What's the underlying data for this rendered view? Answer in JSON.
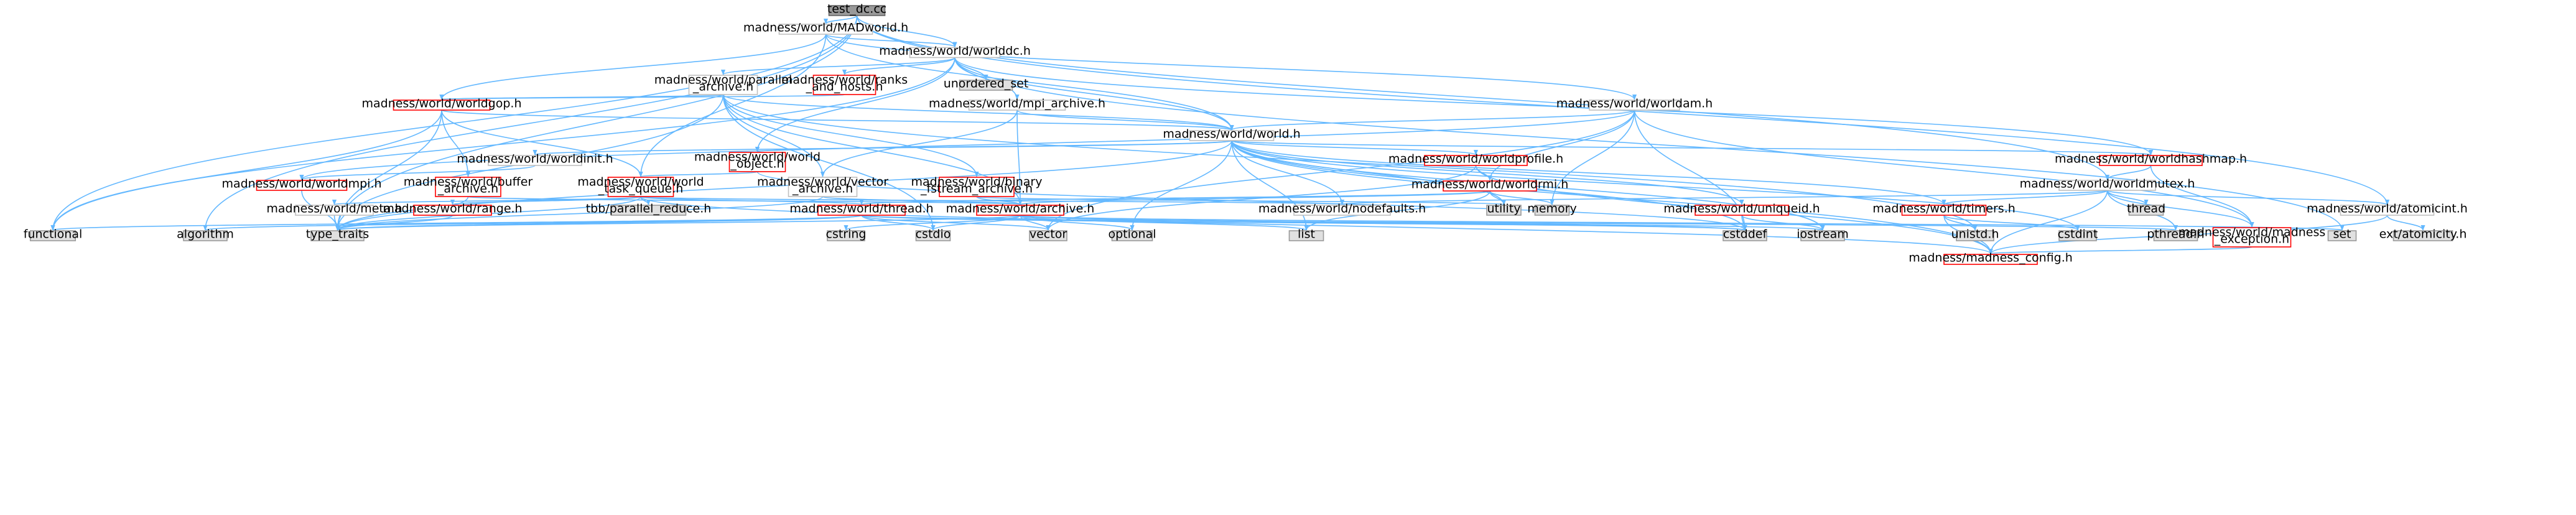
{
  "nodes": [
    {
      "id": "test_dc",
      "label": [
        "test_dc.cc"
      ],
      "kind": "root"
    },
    {
      "id": "madworld",
      "label": [
        "madness/world/MADworld.h"
      ],
      "kind": "hdr"
    },
    {
      "id": "worlddc",
      "label": [
        "madness/world/worlddc.h"
      ],
      "kind": "hdr"
    },
    {
      "id": "parallel",
      "label": [
        "madness/world/parallel",
        "_archive.h"
      ],
      "kind": "hdr"
    },
    {
      "id": "ranks",
      "label": [
        "madness/world/ranks",
        "_and_hosts.h"
      ],
      "kind": "trunc"
    },
    {
      "id": "unordered",
      "label": [
        "unordered_set"
      ],
      "kind": "std"
    },
    {
      "id": "worldgop",
      "label": [
        "madness/world/worldgop.h"
      ],
      "kind": "trunc"
    },
    {
      "id": "mpiarch",
      "label": [
        "madness/world/mpi_archive.h"
      ],
      "kind": "hdr"
    },
    {
      "id": "worldam",
      "label": [
        "madness/world/worldam.h"
      ],
      "kind": "hdr"
    },
    {
      "id": "world",
      "label": [
        "madness/world/world.h"
      ],
      "kind": "hdr"
    },
    {
      "id": "worldinit",
      "label": [
        "madness/world/worldinit.h"
      ],
      "kind": "hdr"
    },
    {
      "id": "wobject",
      "label": [
        "madness/world/world",
        "_object.h"
      ],
      "kind": "trunc"
    },
    {
      "id": "worldprofile",
      "label": [
        "madness/world/worldprofile.h"
      ],
      "kind": "trunc"
    },
    {
      "id": "hashmap",
      "label": [
        "madness/world/worldhashmap.h"
      ],
      "kind": "trunc"
    },
    {
      "id": "worldmpi",
      "label": [
        "madness/world/worldmpi.h"
      ],
      "kind": "trunc"
    },
    {
      "id": "buffer",
      "label": [
        "madness/world/buffer",
        "_archive.h"
      ],
      "kind": "trunc"
    },
    {
      "id": "taskq",
      "label": [
        "madness/world/world",
        "_task_queue.h"
      ],
      "kind": "trunc"
    },
    {
      "id": "vecarch",
      "label": [
        "madness/world/vector",
        "_archive.h"
      ],
      "kind": "hdr"
    },
    {
      "id": "binfs",
      "label": [
        "madness/world/binary",
        "_fstream_archive.h"
      ],
      "kind": "trunc"
    },
    {
      "id": "worldrmi",
      "label": [
        "madness/world/worldrmi.h"
      ],
      "kind": "trunc"
    },
    {
      "id": "worldmutex",
      "label": [
        "madness/world/worldmutex.h"
      ],
      "kind": "hdr"
    },
    {
      "id": "meta",
      "label": [
        "madness/world/meta.h"
      ],
      "kind": "hdr"
    },
    {
      "id": "range",
      "label": [
        "madness/world/range.h"
      ],
      "kind": "trunc"
    },
    {
      "id": "tbb",
      "label": [
        "tbb/parallel_reduce.h"
      ],
      "kind": "std"
    },
    {
      "id": "thread",
      "label": [
        "madness/world/thread.h"
      ],
      "kind": "trunc"
    },
    {
      "id": "archive",
      "label": [
        "madness/world/archive.h"
      ],
      "kind": "trunc"
    },
    {
      "id": "utility",
      "label": [
        "utility"
      ],
      "kind": "std"
    },
    {
      "id": "memory",
      "label": [
        "memory"
      ],
      "kind": "std"
    },
    {
      "id": "nodefaults",
      "label": [
        "madness/world/nodefaults.h"
      ],
      "kind": "hdr"
    },
    {
      "id": "uniqueid",
      "label": [
        "madness/world/uniqueid.h"
      ],
      "kind": "trunc"
    },
    {
      "id": "timers",
      "label": [
        "madness/world/timers.h"
      ],
      "kind": "trunc"
    },
    {
      "id": "thread_std",
      "label": [
        "thread"
      ],
      "kind": "std"
    },
    {
      "id": "atomicint",
      "label": [
        "madness/world/atomicint.h"
      ],
      "kind": "hdr"
    },
    {
      "id": "functional",
      "label": [
        "functional"
      ],
      "kind": "std"
    },
    {
      "id": "algorithm",
      "label": [
        "algorithm"
      ],
      "kind": "std"
    },
    {
      "id": "type_traits",
      "label": [
        "type_traits"
      ],
      "kind": "std"
    },
    {
      "id": "cstring",
      "label": [
        "cstring"
      ],
      "kind": "std"
    },
    {
      "id": "cstdio",
      "label": [
        "cstdio"
      ],
      "kind": "std"
    },
    {
      "id": "vector",
      "label": [
        "vector"
      ],
      "kind": "std"
    },
    {
      "id": "optional",
      "label": [
        "optional"
      ],
      "kind": "std"
    },
    {
      "id": "list",
      "label": [
        "list"
      ],
      "kind": "std"
    },
    {
      "id": "cstddef",
      "label": [
        "cstddef"
      ],
      "kind": "std"
    },
    {
      "id": "iostream",
      "label": [
        "iostream"
      ],
      "kind": "std"
    },
    {
      "id": "unistd",
      "label": [
        "unistd.h"
      ],
      "kind": "std"
    },
    {
      "id": "cstdint",
      "label": [
        "cstdint"
      ],
      "kind": "std"
    },
    {
      "id": "pthread",
      "label": [
        "pthread.h"
      ],
      "kind": "std"
    },
    {
      "id": "mexception",
      "label": [
        "madness/world/madness",
        "_exception.h"
      ],
      "kind": "trunc"
    },
    {
      "id": "set",
      "label": [
        "set"
      ],
      "kind": "std"
    },
    {
      "id": "extatomic",
      "label": [
        "ext/atomicity.h"
      ],
      "kind": "std"
    },
    {
      "id": "mconfig",
      "label": [
        "madness/madness_config.h"
      ],
      "kind": "trunc"
    }
  ],
  "edges": [
    [
      "test_dc",
      "madworld"
    ],
    [
      "test_dc",
      "worlddc"
    ],
    [
      "test_dc",
      "functional"
    ],
    [
      "test_dc",
      "algorithm"
    ],
    [
      "test_dc",
      "type_traits"
    ],
    [
      "test_dc",
      "worldmutex"
    ],
    [
      "test_dc",
      "atomicint"
    ],
    [
      "madworld",
      "worlddc"
    ],
    [
      "madworld",
      "world"
    ],
    [
      "madworld",
      "worldgop"
    ],
    [
      "madworld",
      "taskq"
    ],
    [
      "madworld",
      "worldam"
    ],
    [
      "worlddc",
      "parallel"
    ],
    [
      "worlddc",
      "ranks"
    ],
    [
      "worlddc",
      "unordered"
    ],
    [
      "worlddc",
      "mpiarch"
    ],
    [
      "worlddc",
      "world"
    ],
    [
      "worlddc",
      "wobject"
    ],
    [
      "worlddc",
      "hashmap"
    ],
    [
      "worlddc",
      "functional"
    ],
    [
      "worlddc",
      "set"
    ],
    [
      "parallel",
      "worldgop"
    ],
    [
      "parallel",
      "world"
    ],
    [
      "parallel",
      "archive"
    ],
    [
      "parallel",
      "binfs"
    ],
    [
      "parallel",
      "vecarch"
    ],
    [
      "parallel",
      "type_traits"
    ],
    [
      "parallel",
      "cstdio"
    ],
    [
      "parallel",
      "unistd"
    ],
    [
      "ranks",
      "worldgop"
    ],
    [
      "worldgop",
      "world"
    ],
    [
      "worldgop",
      "buffer"
    ],
    [
      "worldgop",
      "taskq"
    ],
    [
      "worldgop",
      "type_traits"
    ],
    [
      "worldgop",
      "functional"
    ],
    [
      "mpiarch",
      "world"
    ],
    [
      "mpiarch",
      "archive"
    ],
    [
      "mpiarch",
      "vecarch"
    ],
    [
      "worldam",
      "world"
    ],
    [
      "worldam",
      "worldmpi"
    ],
    [
      "worldam",
      "worldrmi"
    ],
    [
      "worldam",
      "vector"
    ],
    [
      "worldam",
      "cstddef"
    ],
    [
      "worldam",
      "memory"
    ],
    [
      "worldam",
      "mexception"
    ],
    [
      "world",
      "worldinit"
    ],
    [
      "world",
      "wobject"
    ],
    [
      "world",
      "worldprofile"
    ],
    [
      "world",
      "hashmap"
    ],
    [
      "world",
      "uniqueid"
    ],
    [
      "world",
      "nodefaults"
    ],
    [
      "world",
      "utility"
    ],
    [
      "world",
      "list"
    ],
    [
      "world",
      "optional"
    ],
    [
      "world",
      "cstdint"
    ],
    [
      "world",
      "cstddef"
    ],
    [
      "world",
      "iostream"
    ],
    [
      "world",
      "mconfig"
    ],
    [
      "world",
      "type_traits"
    ],
    [
      "world",
      "timers"
    ],
    [
      "worldinit",
      "worldmpi"
    ],
    [
      "wobject",
      "taskq"
    ],
    [
      "wobject",
      "cstddef"
    ],
    [
      "worldprofile",
      "worldrmi"
    ],
    [
      "worldprofile",
      "vector"
    ],
    [
      "worldprofile",
      "mconfig"
    ],
    [
      "hashmap",
      "worldmutex"
    ],
    [
      "hashmap",
      "mexception"
    ],
    [
      "worldmpi",
      "type_traits"
    ],
    [
      "buffer",
      "archive"
    ],
    [
      "buffer",
      "type_traits"
    ],
    [
      "taskq",
      "meta"
    ],
    [
      "taskq",
      "range"
    ],
    [
      "taskq",
      "tbb"
    ],
    [
      "taskq",
      "thread"
    ],
    [
      "taskq",
      "type_traits"
    ],
    [
      "taskq",
      "nodefaults"
    ],
    [
      "taskq",
      "mconfig"
    ],
    [
      "vecarch",
      "archive"
    ],
    [
      "vecarch",
      "type_traits"
    ],
    [
      "binfs",
      "archive"
    ],
    [
      "binfs",
      "utility"
    ],
    [
      "worldrmi",
      "thread"
    ],
    [
      "worldrmi",
      "archive"
    ],
    [
      "worldrmi",
      "memory"
    ],
    [
      "worldrmi",
      "utility"
    ],
    [
      "worldrmi",
      "list"
    ],
    [
      "worldmutex",
      "nodefaults"
    ],
    [
      "worldmutex",
      "timers"
    ],
    [
      "worldmutex",
      "thread_std"
    ],
    [
      "worldmutex",
      "atomicint"
    ],
    [
      "worldmutex",
      "pthread"
    ],
    [
      "worldmutex",
      "mexception"
    ],
    [
      "worldmutex",
      "mconfig"
    ],
    [
      "meta",
      "type_traits"
    ],
    [
      "range",
      "type_traits"
    ],
    [
      "thread",
      "type_traits"
    ],
    [
      "thread",
      "cstddef"
    ],
    [
      "thread",
      "cstdio"
    ],
    [
      "thread",
      "vector"
    ],
    [
      "thread",
      "pthread"
    ],
    [
      "thread",
      "functional"
    ],
    [
      "thread",
      "algorithm"
    ],
    [
      "archive",
      "type_traits"
    ],
    [
      "archive",
      "cstring"
    ],
    [
      "archive",
      "cstdio"
    ],
    [
      "archive",
      "vector"
    ],
    [
      "archive",
      "optional"
    ],
    [
      "archive",
      "list"
    ],
    [
      "archive",
      "cstddef"
    ],
    [
      "archive",
      "iostream"
    ],
    [
      "archive",
      "set"
    ],
    [
      "uniqueid",
      "cstddef"
    ],
    [
      "uniqueid",
      "iostream"
    ],
    [
      "timers",
      "unistd"
    ],
    [
      "timers",
      "cstdint"
    ],
    [
      "timers",
      "mconfig"
    ],
    [
      "atomicint",
      "extatomic"
    ],
    [
      "atomicint",
      "mconfig"
    ],
    [
      "mexception",
      "mconfig"
    ]
  ]
}
